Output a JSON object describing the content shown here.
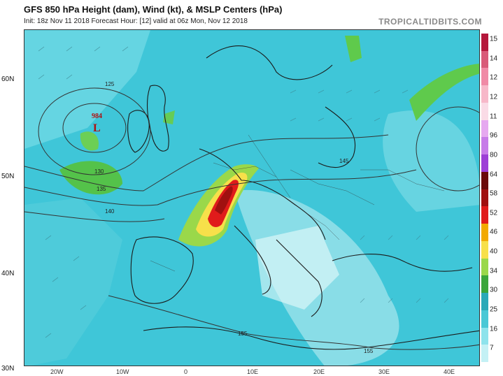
{
  "header": {
    "title": "GFS 850 hPa Height (dam), Wind (kt), & MSLP Centers (hPa)",
    "subtitle": "Init: 18z Nov 11 2018   Forecast Hour: [12]   valid at 06z Mon, Nov 12 2018",
    "brand": "TROPICALTIDBITS.COM"
  },
  "map": {
    "low_center": {
      "value": "984",
      "symbol": "L"
    },
    "contour_labels": [
      "125",
      "130",
      "135",
      "140",
      "145",
      "155",
      "155"
    ],
    "lat_labels": [
      "60N",
      "50N",
      "40N",
      "30N"
    ],
    "lon_labels": [
      "20W",
      "10W",
      "0",
      "10E",
      "20E",
      "30E",
      "40E"
    ]
  },
  "colorbar": {
    "labels": [
      "15",
      "14",
      "12",
      "12",
      "11",
      "96",
      "80",
      "64",
      "58",
      "52",
      "46",
      "40",
      "34",
      "30",
      "25",
      "16",
      "7"
    ],
    "colors": [
      "#b5173b",
      "#d95a78",
      "#f08aa6",
      "#f7b8c9",
      "#fadbe6",
      "#e6a8f0",
      "#c77be8",
      "#9d3fd6",
      "#6a0a0a",
      "#a01010",
      "#e01b1b",
      "#f2a900",
      "#f7e04a",
      "#9ad84a",
      "#3aa63a",
      "#2aa9b8",
      "#49c8d6",
      "#8ee3ec",
      "#c4f1f5"
    ]
  }
}
